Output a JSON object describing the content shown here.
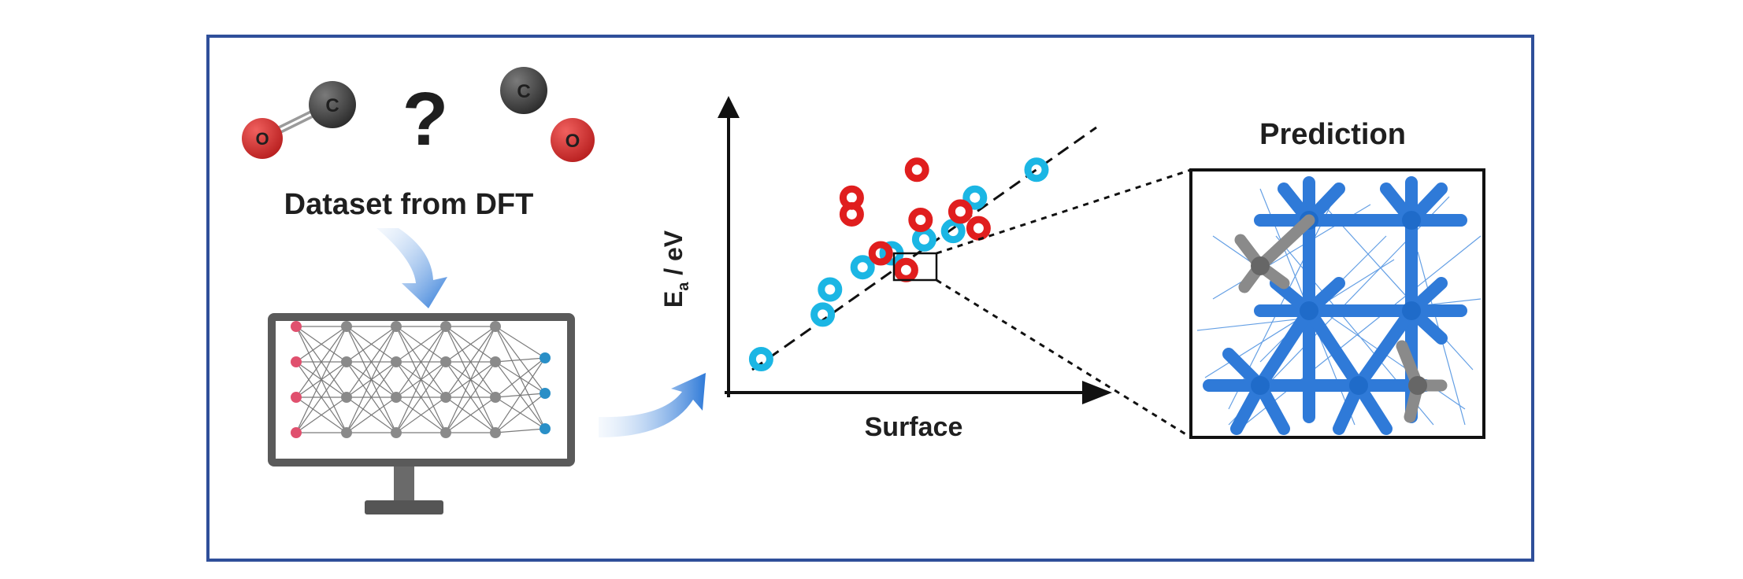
{
  "figure": {
    "dataset_label": "Dataset from DFT",
    "question_mark": "?",
    "atom_carbon": "C",
    "atom_oxygen": "O",
    "prediction_title": "Prediction"
  },
  "chart_data": {
    "type": "scatter",
    "xlabel": "Surface",
    "ylabel_main": "E",
    "ylabel_sub": "a",
    "ylabel_unit": " / eV",
    "colors": {
      "cyan": "#1bb6e4",
      "red": "#e01e1e",
      "frame": "#2f4f9a",
      "arrow_blue": "#2f7ad8"
    },
    "series": [
      {
        "color": "cyan",
        "points": [
          [
            0.09,
            0.12
          ],
          [
            0.26,
            0.28
          ],
          [
            0.28,
            0.37
          ],
          [
            0.37,
            0.45
          ],
          [
            0.45,
            0.5
          ],
          [
            0.54,
            0.55
          ],
          [
            0.62,
            0.58
          ],
          [
            0.68,
            0.7
          ],
          [
            0.85,
            0.8
          ]
        ]
      },
      {
        "color": "red",
        "points": [
          [
            0.34,
            0.64
          ],
          [
            0.34,
            0.7
          ],
          [
            0.42,
            0.5
          ],
          [
            0.49,
            0.44
          ],
          [
            0.52,
            0.8
          ],
          [
            0.53,
            0.62
          ],
          [
            0.64,
            0.65
          ],
          [
            0.69,
            0.59
          ]
        ]
      }
    ]
  }
}
